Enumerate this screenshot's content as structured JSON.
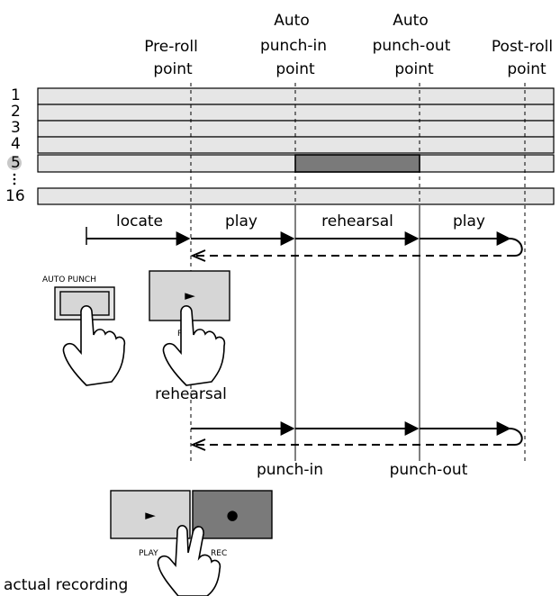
{
  "points": {
    "preroll": [
      "Pre-roll",
      "point"
    ],
    "punch_in": [
      "Auto",
      "punch-in",
      "point"
    ],
    "punch_out": [
      "Auto",
      "punch-out",
      "point"
    ],
    "postroll": [
      "Post-roll",
      "point"
    ]
  },
  "tracks": {
    "t1": "1",
    "t2": "2",
    "t3": "3",
    "t4": "4",
    "t5": "5",
    "t16": "16"
  },
  "segments": {
    "locate": "locate",
    "play1": "play",
    "rehearsal": "rehearsal",
    "play2": "play"
  },
  "buttons": {
    "auto_punch": "AUTO PUNCH",
    "play_small": "PLAY",
    "rec_small": "REC",
    "play_glyph": "►",
    "rec_glyph": "●"
  },
  "captions": {
    "rehearsal": "rehearsal",
    "punch_in": "punch-in",
    "punch_out": "punch-out",
    "actual_recording": "actual recording"
  },
  "colors": {
    "track_fill": "#e6e6e6",
    "punch_region": "#7a7a7a",
    "play_button": "#d6d6d6",
    "rec_button": "#7a7a7a"
  }
}
